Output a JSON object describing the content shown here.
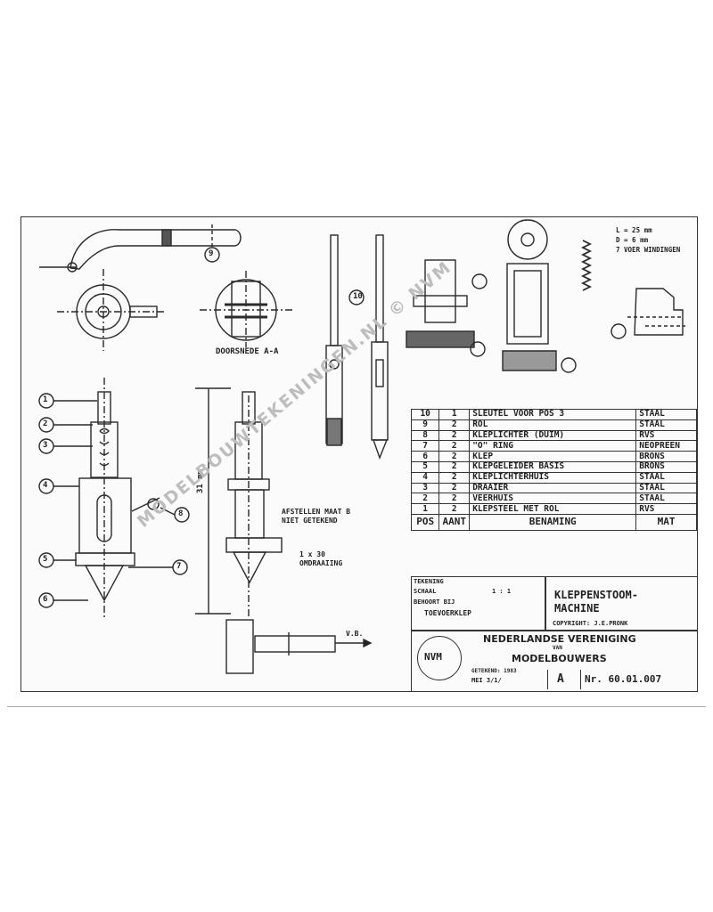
{
  "callouts": {
    "c1": "1",
    "c2": "2",
    "c3": "3",
    "c4": "4",
    "c5": "5",
    "c6": "6",
    "c7": "7",
    "c8": "8",
    "c9": "9",
    "c10": "10"
  },
  "notes": {
    "section": "DOORSNEDE A-A",
    "dimension": "31 mm",
    "adjust": "AFSTELLEN MAAT B",
    "adjust2": "NIET GETEKEND",
    "rotation": "1 x 30",
    "rotation2": "OMDRAAIING",
    "spring_line1": "L = 25 mm",
    "spring_line2": "D = 6 mm",
    "spring_line3": "7 VOER WINDINGEN",
    "arrow_label": "V.B."
  },
  "parts_list": {
    "header": {
      "pos": "POS",
      "qty": "AANT",
      "name": "BENAMING",
      "mat": "MAT"
    },
    "rows": [
      {
        "pos": "10",
        "qty": "1",
        "name": "SLEUTEL VOOR POS 3",
        "mat": "STAAL"
      },
      {
        "pos": "9",
        "qty": "2",
        "name": "ROL",
        "mat": "STAAL"
      },
      {
        "pos": "8",
        "qty": "2",
        "name": "KLEPLICHTER (DUIM)",
        "mat": "RVS"
      },
      {
        "pos": "7",
        "qty": "2",
        "name": "\"O\" RING",
        "mat": "NEOPREEN"
      },
      {
        "pos": "6",
        "qty": "2",
        "name": "KLEP",
        "mat": "BRONS"
      },
      {
        "pos": "5",
        "qty": "2",
        "name": "KLEPGELEIDER BASIS",
        "mat": "BRONS"
      },
      {
        "pos": "4",
        "qty": "2",
        "name": "KLEPLICHTERHUIS",
        "mat": "STAAL"
      },
      {
        "pos": "3",
        "qty": "2",
        "name": "DRAAIER",
        "mat": "STAAL"
      },
      {
        "pos": "2",
        "qty": "2",
        "name": "VEERHUIS",
        "mat": "STAAL"
      },
      {
        "pos": "1",
        "qty": "2",
        "name": "KLEPSTEEL MET ROL",
        "mat": "RVS"
      }
    ]
  },
  "title_block": {
    "schaal_label": "SCHAAL",
    "schaal_value": "1 : 1",
    "behoort_label": "BEHOORT BIJ",
    "behoort_value": "TOEVOERKLEP",
    "tekening_label": "TEKENING",
    "title_line1": "KLEPPENSTOOM-",
    "title_line2": "MACHINE",
    "copyright": "COPYRIGHT: J.E.PRONK",
    "org_line1": "NEDERLANDSE VERENIGING",
    "org_line2": "MODELBOUWERS",
    "org_small": "VAN",
    "logo_text": "NVM",
    "size": "A",
    "number": "Nr. 60.01.007",
    "date": "MEI 3/1/",
    "drawn": "GETEKEND: 1983"
  },
  "watermark": "MODELBOUWTEKENINGEN.NL © NVM"
}
